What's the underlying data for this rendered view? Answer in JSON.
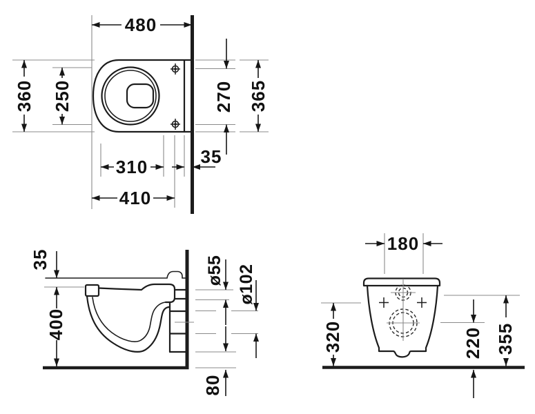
{
  "drawing": {
    "type": "technical-dimension-drawing",
    "subject": "wall-hung-toilet",
    "colors": {
      "ink": "#1c1c1c",
      "reference_line": "#8a8a8a",
      "background": "#ffffff"
    },
    "views": {
      "plan": {
        "label": "top-view",
        "dims": {
          "depth": "480",
          "width": "360",
          "bowl_width": "250",
          "hole_spacing": "270",
          "outer_width": "365",
          "bowl_front_to_drain": "310",
          "front_to_fixing": "410",
          "plate_depth": "35"
        }
      },
      "side": {
        "label": "side-view",
        "dims": {
          "seat_rise": "35",
          "rim_height": "400",
          "supply_diameter": "ø55",
          "outlet_diameter": "ø102",
          "floor_clearance": "80"
        }
      },
      "front": {
        "label": "front-view",
        "dims": {
          "fixing_hole_spacing": "180",
          "fixing_height": "320",
          "outlet_height": "220",
          "body_height": "355"
        }
      }
    }
  }
}
